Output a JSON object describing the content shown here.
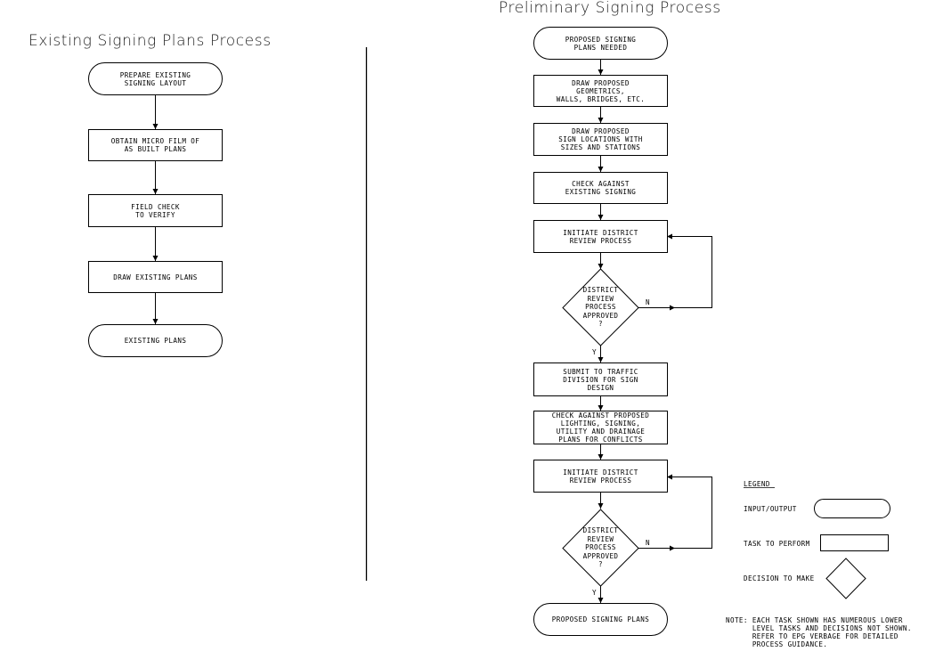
{
  "existing": {
    "title": "Existing Signing Plans Process",
    "steps": [
      {
        "type": "io",
        "label": "PREPARE EXISTING\nSIGNING LAYOUT"
      },
      {
        "type": "task",
        "label": "OBTAIN MICRO FILM OF\nAS BUILT PLANS"
      },
      {
        "type": "task",
        "label": "FIELD CHECK\nTO VERIFY"
      },
      {
        "type": "task",
        "label": "DRAW EXISTING PLANS"
      },
      {
        "type": "io",
        "label": "EXISTING PLANS"
      }
    ]
  },
  "preliminary": {
    "title": "Preliminary Signing Process",
    "steps": [
      {
        "type": "io",
        "label": "PROPOSED SIGNING\nPLANS NEEDED"
      },
      {
        "type": "task",
        "label": "DRAW PROPOSED\nGEOMETRICS,\nWALLS, BRIDGES, ETC."
      },
      {
        "type": "task",
        "label": "DRAW PROPOSED\nSIGN LOCATIONS WITH\nSIZES AND STATIONS"
      },
      {
        "type": "task",
        "label": "CHECK AGAINST\nEXISTING SIGNING"
      },
      {
        "type": "task",
        "label": "INITIATE DISTRICT\nREVIEW PROCESS"
      },
      {
        "type": "decision",
        "label": "DISTRICT\nREVIEW\nPROCESS\nAPPROVED\n?",
        "yes": "Y",
        "no": "N"
      },
      {
        "type": "task",
        "label": "SUBMIT TO TRAFFIC\nDIVISION FOR SIGN\nDESIGN"
      },
      {
        "type": "task",
        "label": "CHECK AGAINST PROPOSED\nLIGHTING, SIGNING,\nUTILITY AND DRAINAGE\nPLANS FOR CONFLICTS"
      },
      {
        "type": "task",
        "label": "INITIATE DISTRICT\nREVIEW PROCESS"
      },
      {
        "type": "decision",
        "label": "DISTRICT\nREVIEW\nPROCESS\nAPPROVED\n?",
        "yes": "Y",
        "no": "N"
      },
      {
        "type": "io",
        "label": "PROPOSED SIGNING PLANS"
      }
    ]
  },
  "legend": {
    "title": "LEGEND",
    "items": [
      {
        "shape": "io",
        "label": "INPUT/OUTPUT"
      },
      {
        "shape": "task",
        "label": "TASK TO PERFORM"
      },
      {
        "shape": "decision",
        "label": "DECISION TO MAKE"
      }
    ]
  },
  "note": "NOTE: EACH TASK SHOWN HAS NUMEROUS LOWER\n      LEVEL TASKS AND DECISIONS NOT SHOWN.\n      REFER TO EPG VERBAGE FOR DETAILED\n      PROCESS GUIDANCE."
}
